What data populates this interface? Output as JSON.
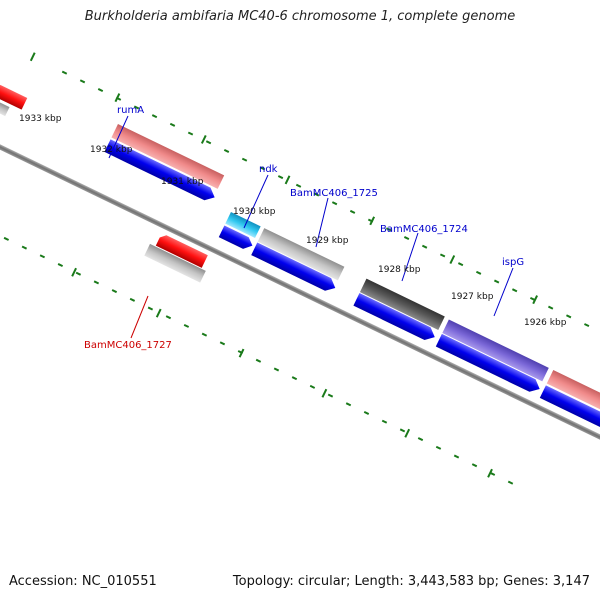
{
  "title": "Burkholderia ambifaria MC40-6 chromosome 1, complete genome",
  "footer": {
    "accession": "Accession: NC_010551",
    "summary": "Topology: circular; Length: 3,443,583 bp; Genes: 3,147"
  },
  "colors": {
    "background": "#ffffff",
    "backbone": "#808080",
    "ticks": "#1a7a1a",
    "label_blue": "#0000cc",
    "label_red": "#cc0000",
    "cds_blue": "#0000ee",
    "gene_red": "#f08080",
    "gene_red_strong": "#ff1a1a",
    "gene_grey": "#c0c0c0",
    "gene_dark": "#555555",
    "gene_cyan": "#20c0e8",
    "gene_purple": "#7b68d8"
  },
  "scale_ticks": [
    "1933 kbp",
    "1932 kbp",
    "1931 kbp",
    "1930 kbp",
    "1929 kbp",
    "1928 kbp",
    "1927 kbp",
    "1926 kbp"
  ],
  "gene_labels": [
    {
      "name": "rumA",
      "color": "blue"
    },
    {
      "name": "ndk",
      "color": "blue"
    },
    {
      "name": "BamMC406_1725",
      "color": "blue"
    },
    {
      "name": "BamMC406_1724",
      "color": "blue"
    },
    {
      "name": "ispG",
      "color": "blue"
    },
    {
      "name": "BamMC406_1727",
      "color": "red"
    }
  ]
}
